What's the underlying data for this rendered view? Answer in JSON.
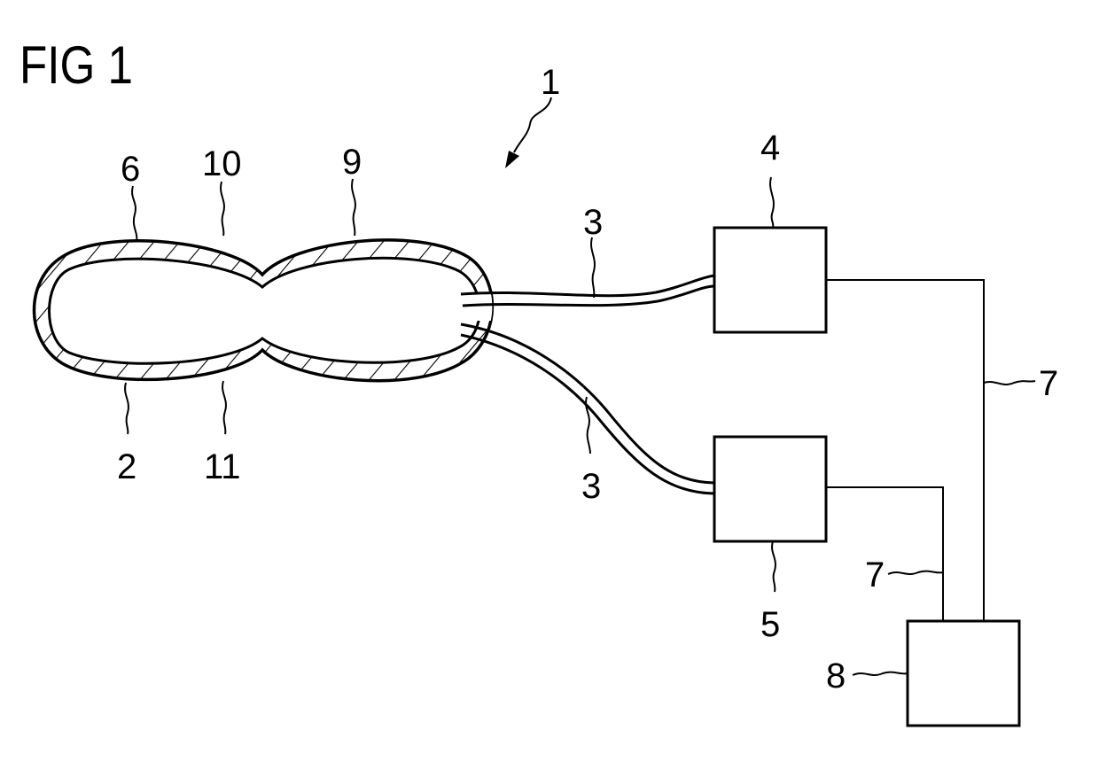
{
  "figure": {
    "title": "FIG 1",
    "labels": {
      "system": "1",
      "housing": "2",
      "line_upper": "3",
      "line_lower": "3",
      "unit_upper": "4",
      "unit_lower": "5",
      "interior": "6",
      "connection_right": "7",
      "connection_left": "7",
      "control_unit": "8",
      "section_right": "9",
      "section_top_left": "10",
      "section_bottom_left": "11"
    }
  },
  "colors": {
    "ink": "#000000",
    "background": "#ffffff"
  }
}
